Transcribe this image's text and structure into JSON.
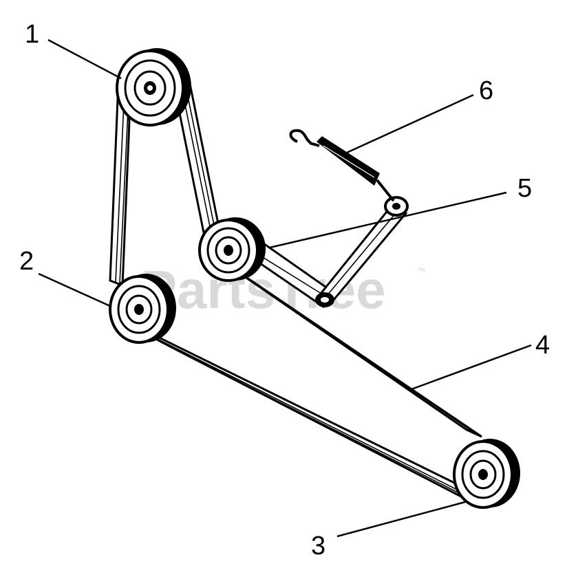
{
  "watermark": {
    "text": "PartsTree",
    "tm": "™"
  },
  "callouts": [
    {
      "id": "1",
      "label": "1"
    },
    {
      "id": "2",
      "label": "2"
    },
    {
      "id": "3",
      "label": "3"
    },
    {
      "id": "4",
      "label": "4"
    },
    {
      "id": "5",
      "label": "5"
    },
    {
      "id": "6",
      "label": "6"
    }
  ]
}
